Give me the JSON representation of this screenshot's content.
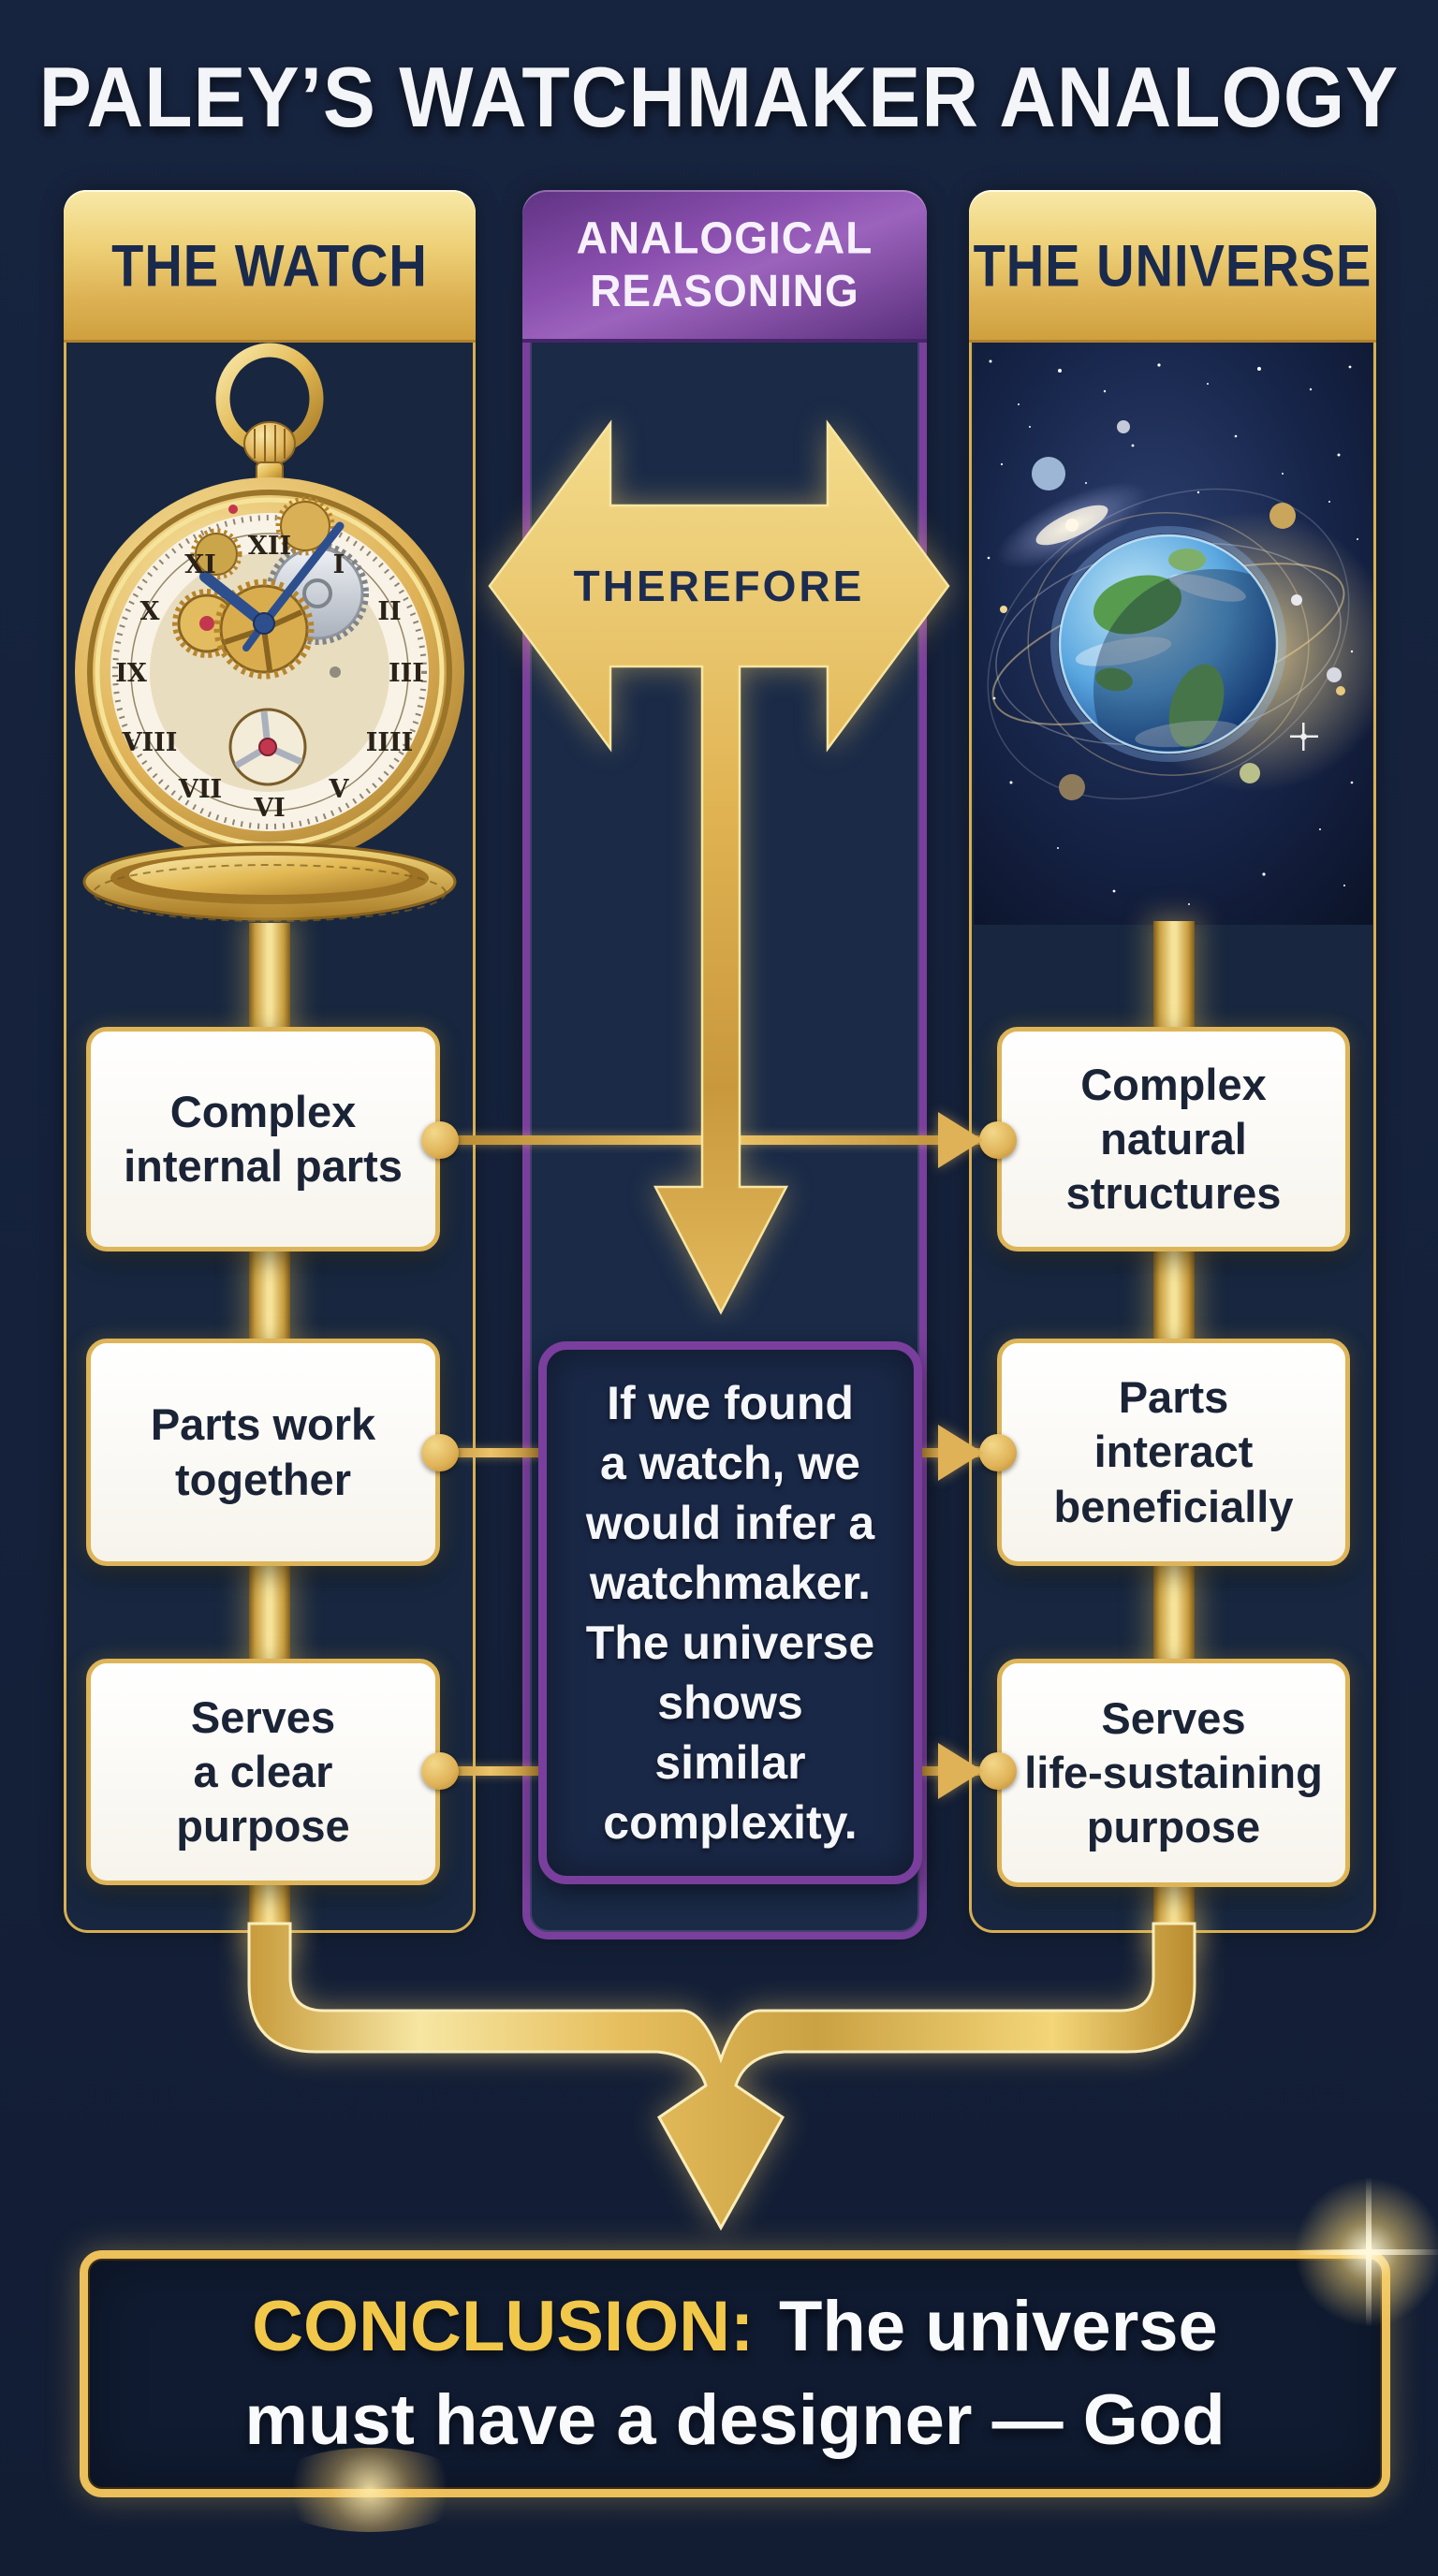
{
  "title": "PALEY’S WATCHMAKER ANALOGY",
  "watch_column": {
    "header": "THE WATCH",
    "illustration": "gold-pocket-watch",
    "dial_numerals": [
      "XII",
      "I",
      "II",
      "III",
      "IIII",
      "V",
      "VI",
      "VII",
      "VIII",
      "IX",
      "X",
      "XI"
    ],
    "items": [
      "Complex\ninternal parts",
      "Parts work\ntogether",
      "Serves\na clear\npurpose"
    ]
  },
  "reasoning_column": {
    "header": "ANALOGICAL\nREASONING",
    "arrow_label": "THEREFORE",
    "body": "If we found\na watch, we\nwould infer a\nwatchmaker.\nThe universe\nshows\nsimilar\ncomplexity."
  },
  "universe_column": {
    "header": "THE UNIVERSE",
    "illustration": "earth-and-cosmos",
    "items": [
      "Complex\nnatural\nstructures",
      "Parts\ninteract\nbeneficially",
      "Serves\nlife-sustaining\npurpose"
    ]
  },
  "conclusion": {
    "label": "CONCLUSION:",
    "text": "The universe must have a designer — God"
  },
  "colors": {
    "background_navy": "#15213A",
    "panel_navy": "#18273F",
    "gold_accent": "#E3B556",
    "gold_light": "#F6E39A",
    "gold_deep": "#B98A2E",
    "purple_accent": "#7A3F9D",
    "purple_header": "#8A4FAE",
    "box_text_navy": "#1B2436",
    "conclusion_gold": "#F2C84B",
    "white_text": "#F8FAFC"
  }
}
